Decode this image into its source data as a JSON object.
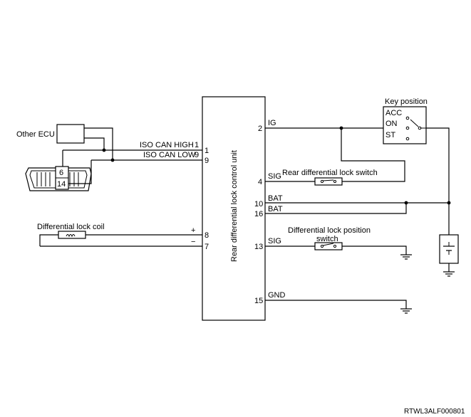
{
  "control_unit": {
    "label": "Rear differential lock control unit"
  },
  "other_ecu": {
    "label": "Other ECU"
  },
  "connector": {
    "pin_top": "6",
    "pin_bottom": "14"
  },
  "can": {
    "high": {
      "label": "ISO CAN HIGH",
      "pin": "1"
    },
    "low": {
      "label": "ISO CAN LOW",
      "pin": "9"
    }
  },
  "coil": {
    "label": "Differential lock coil",
    "plus": {
      "sign": "+",
      "pin": "8"
    },
    "minus": {
      "sign": "−",
      "pin": "7"
    }
  },
  "right_pins": {
    "ig": {
      "pin": "2",
      "label": "IG"
    },
    "sig1": {
      "pin": "4",
      "label": "SIG"
    },
    "bat1": {
      "pin": "10",
      "label": "BAT"
    },
    "bat2": {
      "pin": "16",
      "label": "BAT"
    },
    "sig2": {
      "pin": "13",
      "label": "SIG"
    },
    "gnd": {
      "pin": "15",
      "label": "GND"
    }
  },
  "rear_switch": {
    "label": "Rear differential lock switch"
  },
  "position_switch": {
    "label_line1": "Differential lock position",
    "label_line2": "switch"
  },
  "key": {
    "title": "Key position",
    "acc": "ACC",
    "on": "ON",
    "st": "ST"
  },
  "figure_id": "RTWL3ALF000801",
  "icons": [
    "ground-icon",
    "battery-icon",
    "switch-icon",
    "coil-icon",
    "junction-dot"
  ]
}
